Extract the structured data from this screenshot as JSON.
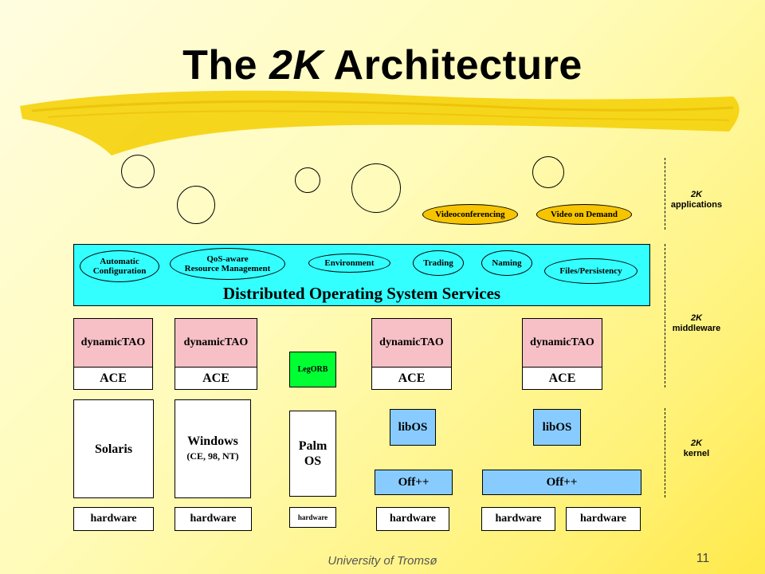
{
  "title": {
    "prefix": "The ",
    "emphasis": "2K",
    "suffix": " Architecture"
  },
  "applications": [
    {
      "label": "Videoconferencing"
    },
    {
      "label": "Video on Demand"
    }
  ],
  "services": {
    "label": "Distributed Operating System Services",
    "items": [
      {
        "label": "Automatic\nConfiguration"
      },
      {
        "label": "QoS-aware\nResource Management"
      },
      {
        "label": "Environment"
      },
      {
        "label": "Trading"
      },
      {
        "label": "Naming"
      },
      {
        "label": "Files/Persistency"
      }
    ]
  },
  "middleware": {
    "orb": "dynamicTAO",
    "ace": "ACE",
    "legorb": "LegORB"
  },
  "kernel": {
    "solaris": "Solaris",
    "windows": "Windows",
    "windows_sub": "(CE, 98, NT)",
    "palm": "Palm\nOS",
    "libos": "libOS",
    "offpp": "Off++"
  },
  "hardware_label": "hardware",
  "layers": [
    {
      "k": "2K",
      "label": "applications"
    },
    {
      "k": "2K",
      "label": "middleware"
    },
    {
      "k": "2K",
      "label": "kernel"
    }
  ],
  "footer": "University of Tromsø",
  "page_number": "11",
  "colors": {
    "services_bg": "#33ffff",
    "orb_bg": "#f7c0c6",
    "legorb_bg": "#00ff33",
    "libos_bg": "#88ccff",
    "app_bg": "#f7c400"
  }
}
